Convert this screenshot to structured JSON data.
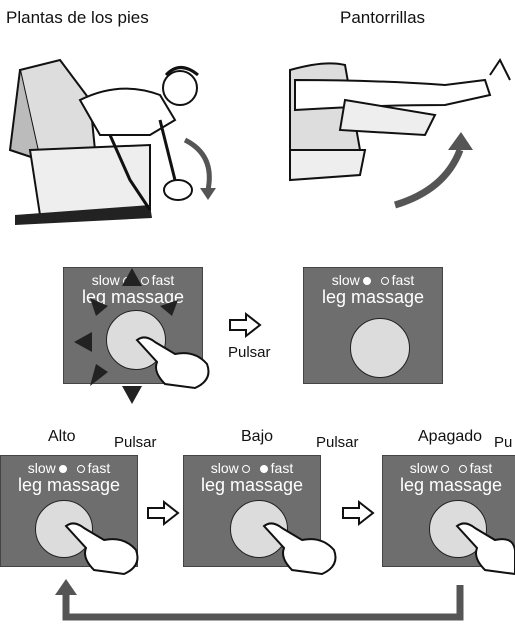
{
  "top": {
    "left_title": "Plantas de los pies",
    "right_title": "Pantorrillas"
  },
  "middle": {
    "panel_left": {
      "slow": "slow",
      "fast": "fast",
      "label": "leg massage"
    },
    "panel_right": {
      "slow": "slow",
      "fast": "fast",
      "label": "leg massage"
    },
    "press_label": "Pulsar"
  },
  "bottom": {
    "states": [
      {
        "title": "Alto",
        "slow": "slow",
        "fast": "fast",
        "label": "leg massage",
        "press": "Pulsar"
      },
      {
        "title": "Bajo",
        "slow": "slow",
        "fast": "fast",
        "label": "leg massage",
        "press": "Pulsar"
      },
      {
        "title": "Apagado",
        "slow": "slow",
        "fast": "fast",
        "label": "leg massage",
        "press": "Pu"
      }
    ]
  },
  "colors": {
    "panel": "#6e6e6e",
    "button": "#dcdcdc",
    "arrow_gray": "#555555"
  }
}
